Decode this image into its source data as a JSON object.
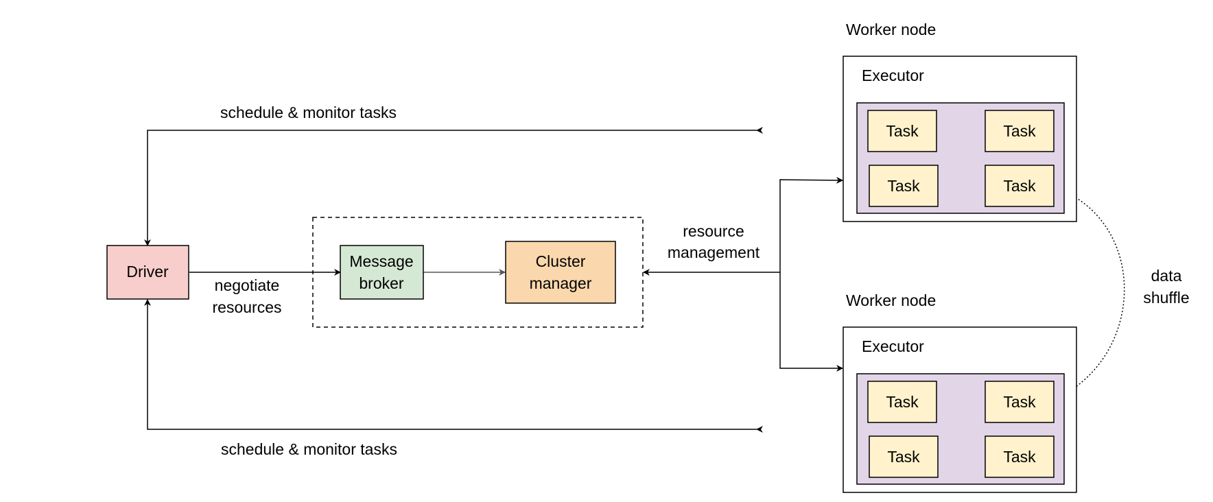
{
  "nodes": {
    "driver": {
      "label": "Driver",
      "fill": "#f8cecc"
    },
    "message_broker": {
      "label_lines": [
        "Message",
        "broker"
      ],
      "fill": "#d5e8d4"
    },
    "cluster_manager": {
      "label_lines": [
        "Cluster",
        "manager"
      ],
      "fill": "#fad7ac"
    },
    "worker_top": {
      "title": "Worker node",
      "executor_label": "Executor",
      "tasks": [
        "Task",
        "Task",
        "Task",
        "Task"
      ]
    },
    "worker_bottom": {
      "title": "Worker node",
      "executor_label": "Executor",
      "tasks": [
        "Task",
        "Task",
        "Task",
        "Task"
      ]
    }
  },
  "edge_labels": {
    "schedule_top": "schedule & monitor tasks",
    "schedule_bottom": "schedule & monitor tasks",
    "negotiate_lines": [
      "negotiate",
      "resources"
    ],
    "resource_lines": [
      "resource",
      "management"
    ],
    "shuffle_lines": [
      "data",
      "shuffle"
    ]
  },
  "colors": {
    "executor_fill": "#e1d5e7",
    "task_fill": "#fff2cc",
    "stroke": "#000000"
  }
}
